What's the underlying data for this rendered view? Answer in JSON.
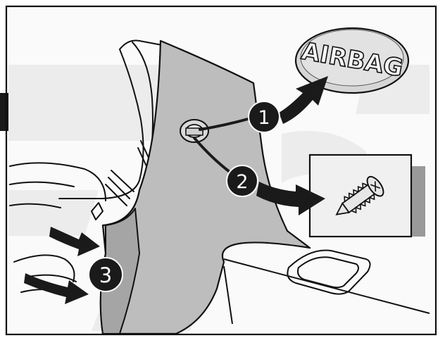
{
  "figure": {
    "badge_text": "AIRBAG",
    "callouts": [
      {
        "number": "1"
      },
      {
        "number": "2"
      },
      {
        "number": "3"
      }
    ],
    "colors": {
      "panel": "#b9b9b9",
      "panel_dark": "#9b9b9b",
      "line": "#111111",
      "watermark": "#e9e9e9",
      "frame_bg": "#fafafa",
      "callout_fill": "#1a1a1a",
      "callout_text": "#ffffff"
    }
  }
}
